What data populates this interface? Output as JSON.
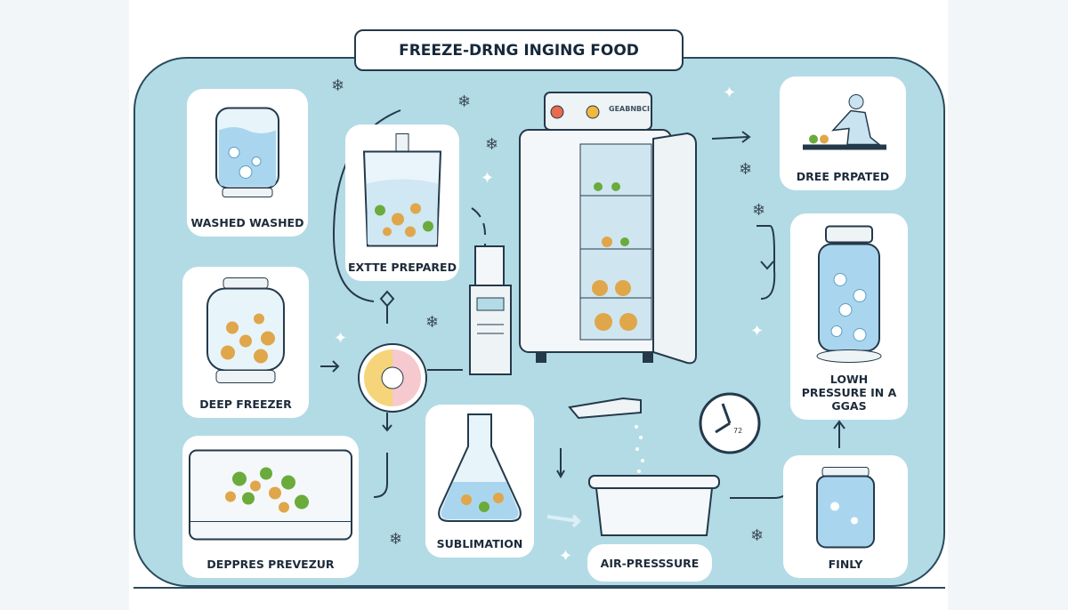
{
  "title": "FREEZE-DRNG INGING FOOD",
  "steps": [
    {
      "label": "WASHED WASHED"
    },
    {
      "label": "EXTTE PREPARED"
    },
    {
      "label": "DEEP FREEZER"
    },
    {
      "label": "DEPPRES PREVEZUR"
    },
    {
      "label": "SUBLIMATION"
    },
    {
      "label": "AIR-PRESSSURE"
    },
    {
      "label": "FINLY"
    },
    {
      "label": "LOWH PRESSURE IN A GGAS"
    },
    {
      "label": "DREE PRPATED"
    }
  ],
  "machine": {
    "brand": "GEABNBCI"
  },
  "clock": {
    "number": "72"
  },
  "colors": {
    "panel": "#b3dbe6",
    "outline": "#24394a",
    "water": "#a9d6ee",
    "food_orange": "#e0a64a",
    "food_green": "#6aab3c"
  }
}
